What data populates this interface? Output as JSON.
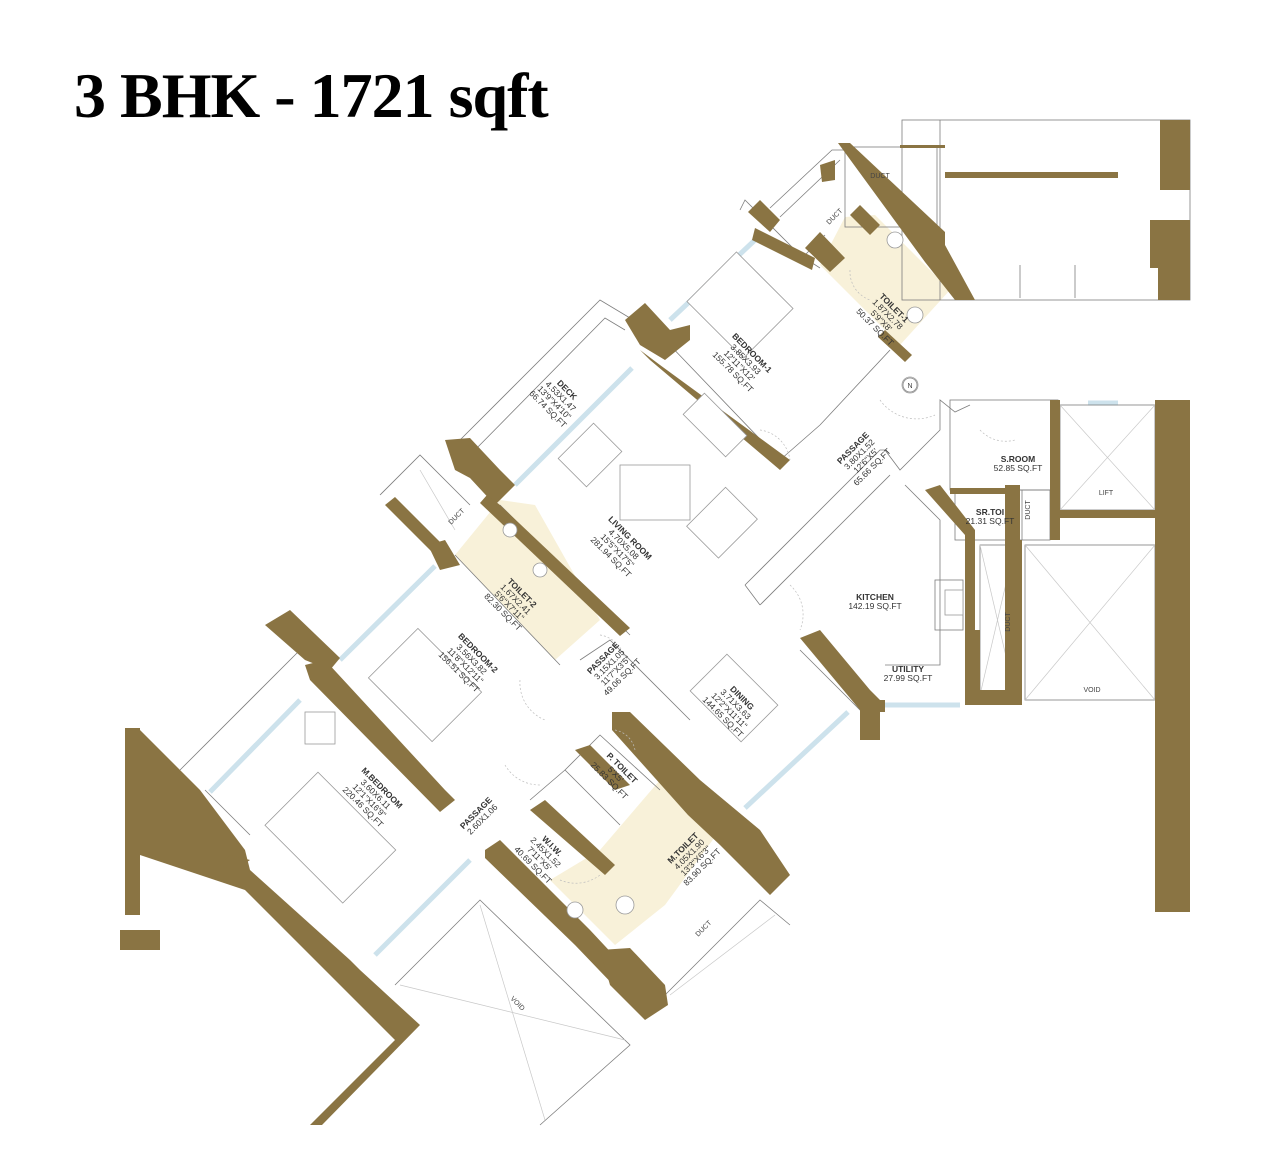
{
  "title": "3 BHK - 1721 sqft",
  "colors": {
    "wall": "#8a7443",
    "toilet_fill": "#f8f1d9",
    "window": "#cde2ec",
    "background": "#ffffff"
  },
  "north_marker": "N",
  "rooms": [
    {
      "id": "deck",
      "name": "DECK",
      "lines": [
        "4.53X1.47",
        "13'9\"X4'10\"",
        "66.74 SQ.FT"
      ]
    },
    {
      "id": "bedroom1",
      "name": "BEDROOM-1",
      "lines": [
        "3.85X3.93",
        "12'11\"X12'",
        "155.78 SQ.FT"
      ]
    },
    {
      "id": "toilet1",
      "name": "TOILET-1",
      "lines": [
        "1.87X2.78",
        "5'9\"X8'",
        "50.37 SQ.FT"
      ]
    },
    {
      "id": "passage1",
      "name": "PASSAGE",
      "lines": [
        "3.80X1.52",
        "12'6\"X5'",
        "65.66 SQ.FT"
      ]
    },
    {
      "id": "living",
      "name": "LIVING ROOM",
      "lines": [
        "4.70X5.08",
        "15'5\"X17'5\"",
        "281.94 SQ.FT"
      ]
    },
    {
      "id": "toilet2",
      "name": "TOILET-2",
      "lines": [
        "1.67X2.41",
        "5'6\"X7'11\"",
        "82.30 SQ.FT"
      ]
    },
    {
      "id": "bedroom2",
      "name": "BEDROOM-2",
      "lines": [
        "3.56X3.82",
        "11'8\"X12'11\"",
        "156.51 SQ.FT"
      ]
    },
    {
      "id": "passage2",
      "name": "PASSAGE",
      "lines": [
        "3.15X1.05",
        "11'7\"X3'5\"",
        "49.06 SQ.FT"
      ]
    },
    {
      "id": "dining",
      "name": "DINING",
      "lines": [
        "3.71X3.63",
        "12'2\"X11'11\"",
        "144.65 SQ.FT"
      ]
    },
    {
      "id": "kitchen",
      "name": "KITCHEN",
      "lines": [
        "142.19 SQ.FT"
      ]
    },
    {
      "id": "utility",
      "name": "UTILITY",
      "lines": [
        "27.99 SQ.FT"
      ]
    },
    {
      "id": "sroom",
      "name": "S.ROOM",
      "lines": [
        "52.85 SQ.FT"
      ]
    },
    {
      "id": "srtoi",
      "name": "SR.TOI",
      "lines": [
        "21.31 SQ.FT"
      ]
    },
    {
      "id": "mbedroom",
      "name": "M.BEDROOM",
      "lines": [
        "3.60X6.11",
        "12'1\"X16'9\"",
        "220.46 SQ.FT"
      ]
    },
    {
      "id": "passage3",
      "name": "PASSAGE",
      "lines": [
        "2.60X1.06"
      ]
    },
    {
      "id": "wiw",
      "name": "W.I.W.",
      "lines": [
        "2.45X1.52",
        "7'11\"X5'",
        "40.69 SQ.FT"
      ]
    },
    {
      "id": "ptoilet",
      "name": "P. TOILET",
      "lines": [
        "5'X5'",
        "25.83 SQ.FT"
      ]
    },
    {
      "id": "mtoilet",
      "name": "M.TOILET",
      "lines": [
        "4.05X1.90",
        "13'3\"X6'3\"",
        "83.90 SQ.FT"
      ]
    }
  ],
  "tags": [
    {
      "id": "duct_top",
      "text": "DUCT"
    },
    {
      "id": "duct_top2",
      "text": "DUCT"
    },
    {
      "id": "duct_left",
      "text": "DUCT"
    },
    {
      "id": "duct_srtoi",
      "text": "DUCT"
    },
    {
      "id": "duct_kitchen",
      "text": "DUCT"
    },
    {
      "id": "duct_bottom",
      "text": "DUCT"
    },
    {
      "id": "lift",
      "text": "LIFT"
    },
    {
      "id": "void_right",
      "text": "VOID"
    },
    {
      "id": "void_bottom",
      "text": "VOID"
    }
  ]
}
